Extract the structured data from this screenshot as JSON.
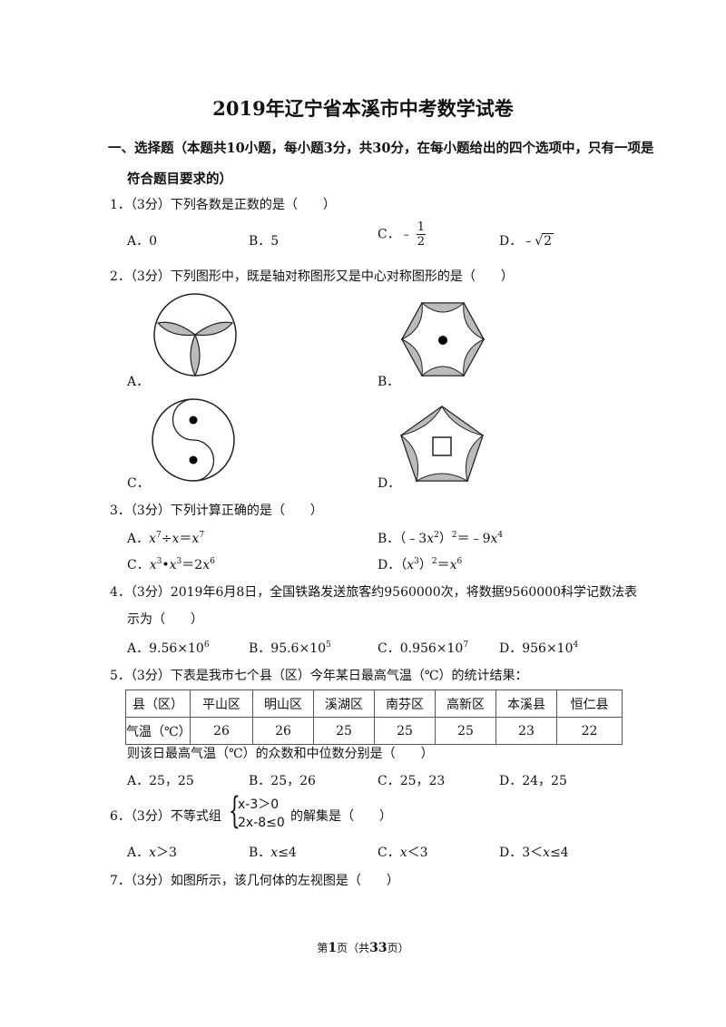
{
  "title": "2019年辽宁省本溪市中考数学试卷",
  "section": {
    "line1": "一、选择题（本题共10小题，每小题3分，共30分，在每小题给出的四个选项中，只有一项是",
    "line2": "符合题目要求的）"
  },
  "q1": {
    "stem": "1．（3分）下列各数是正数的是（　　）",
    "a": "A．0",
    "b": "B．5",
    "c_label": "C．",
    "c_sign": "﹣",
    "c_num": "1",
    "c_den": "2",
    "d_label": "D．",
    "d_sign": "﹣",
    "d_rad": "2"
  },
  "q2": {
    "stem": "2．（3分）下列图形中，既是轴对称图形又是中心对称图形的是（　　）",
    "a": "A．",
    "b": "B．",
    "c": "C．",
    "d": "D．"
  },
  "q3": {
    "stem": "3．（3分）下列计算正确的是（　　）",
    "a": "A．",
    "b": "B．",
    "c": "C．",
    "d": "D．"
  },
  "q4": {
    "stem1": "4．（3分）2019年6月8日，全国铁路发送旅客约9560000次，将数据9560000科学记数法表",
    "stem2": "示为（　　）",
    "a": "A．",
    "b": "B．",
    "c": "C．",
    "d": "D．"
  },
  "q5": {
    "stem": "5．（3分）下表是我市七个县（区）今年某日最高气温（℃）的统计结果：",
    "headers": [
      "县（区）",
      "平山区",
      "明山区",
      "溪湖区",
      "南芬区",
      "高新区",
      "本溪县",
      "恒仁县"
    ],
    "row": [
      "气温（℃）",
      "26",
      "26",
      "25",
      "25",
      "25",
      "23",
      "22"
    ],
    "follow": "则该日最高气温（℃）的众数和中位数分别是（　　）",
    "a": "A．25，25",
    "b": "B．25，26",
    "c": "C．25，23",
    "d": "D．24，25"
  },
  "q6": {
    "stem_pre": "6．（3分）不等式组",
    "ineq1": "x-3＞0",
    "ineq2": "2x-8≤0",
    "stem_post": "的解集是（　　）",
    "a": "A．",
    "b": "B．",
    "c": "C．",
    "d": "D．"
  },
  "q7": {
    "stem": "7．（3分）如图所示，该几何体的左视图是（　　）"
  },
  "footer": {
    "pre": "第",
    "page": "1",
    "mid": "页（共",
    "total": "33",
    "post": "页）"
  }
}
